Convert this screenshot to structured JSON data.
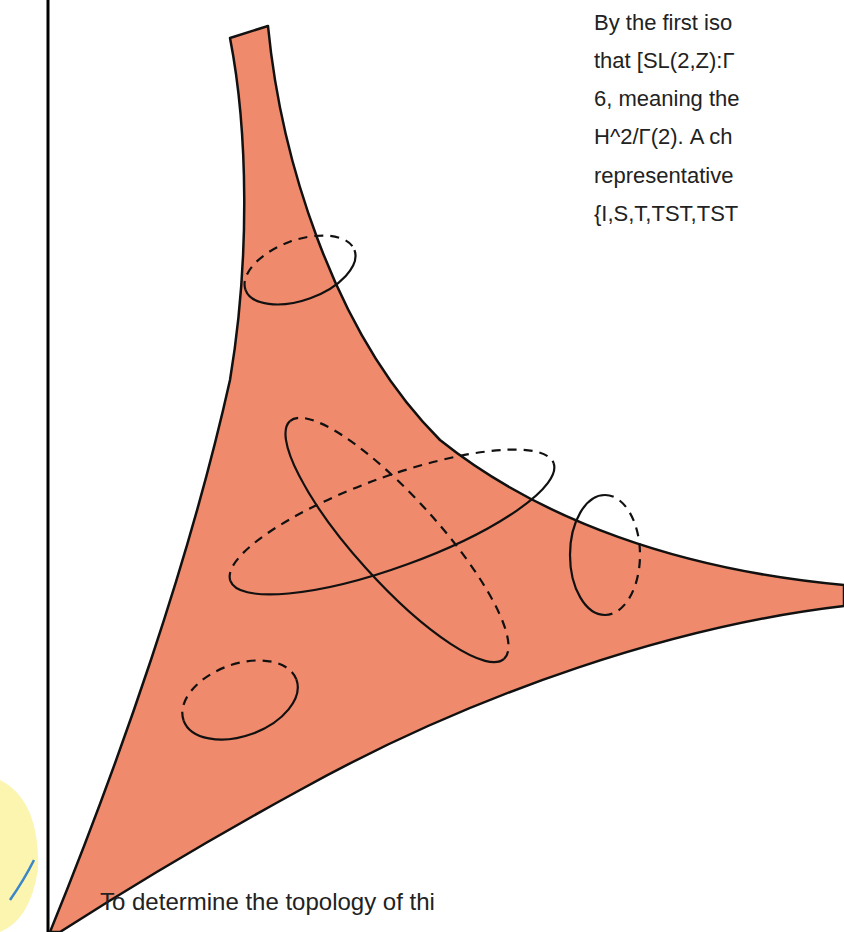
{
  "diagram": {
    "labels": [
      "By the first iso",
      "that [SL(2,Z):Γ",
      "6, meaning the",
      "H^2/Γ(2). A ch",
      "representative",
      "{I,S,T,TST,TST",
      "To determine the topology of thi"
    ]
  }
}
